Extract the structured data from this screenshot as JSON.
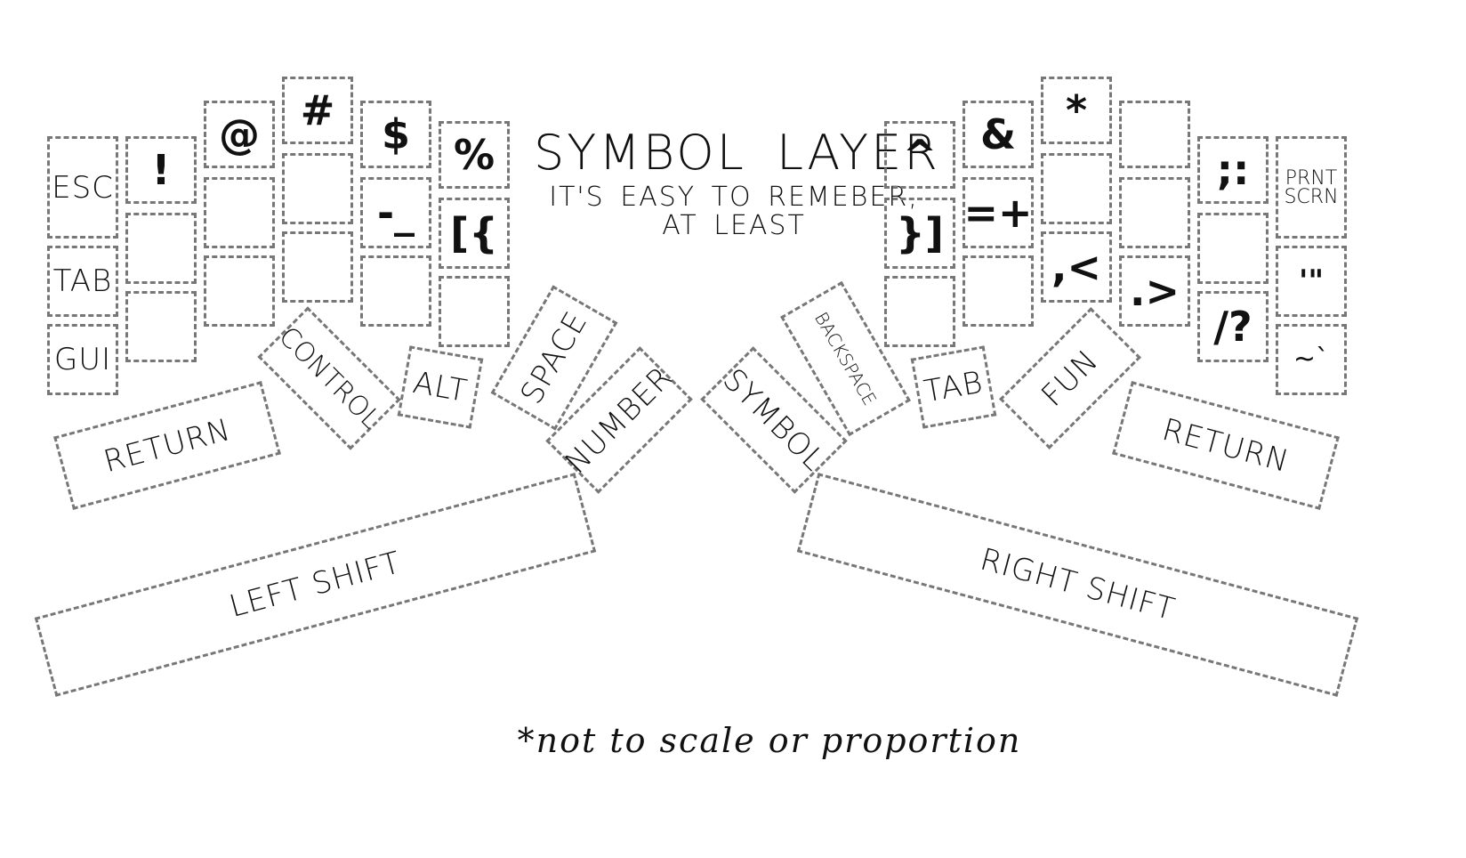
{
  "title": "SYMBOL LAYER",
  "subtitle": "IT'S EASY TO REMEBER,\nAT LEAST",
  "footnote": "*not to scale or proportion",
  "left_keys": {
    "c1": [
      "ESC",
      "TAB",
      "GUI"
    ],
    "c2": [
      "!",
      "",
      ""
    ],
    "c3": [
      "@",
      "",
      ""
    ],
    "c4": [
      "#",
      "",
      ""
    ],
    "c5": [
      "$",
      "-_",
      ""
    ],
    "c6": [
      "%",
      "[{",
      ""
    ]
  },
  "right_keys": {
    "c1": [
      "^",
      "}]",
      ""
    ],
    "c2": [
      "&",
      "=+",
      ""
    ],
    "c3": [
      "*",
      "",
      ",<"
    ],
    "c4": [
      "",
      "",
      ".>"
    ],
    "c5": [
      ";:",
      "",
      "/?"
    ],
    "c6": [
      "PRNT\nSCRN",
      "'\"",
      "~`"
    ]
  },
  "thumb_keys": {
    "left_return": "RETURN",
    "control": "CONTROL",
    "alt": "ALT",
    "space": "SPACE",
    "number": "NUMBER",
    "symbol": "SYMBOL",
    "backspace": "BACKSPACE",
    "tab": "TAB",
    "fun": "FUN",
    "right_return": "RETURN",
    "left_shift": "LEFT SHIFT",
    "right_shift": "RIGHT SHIFT"
  },
  "colors": {
    "key_border": "#777777",
    "text": "#111111",
    "background": "#ffffff"
  }
}
